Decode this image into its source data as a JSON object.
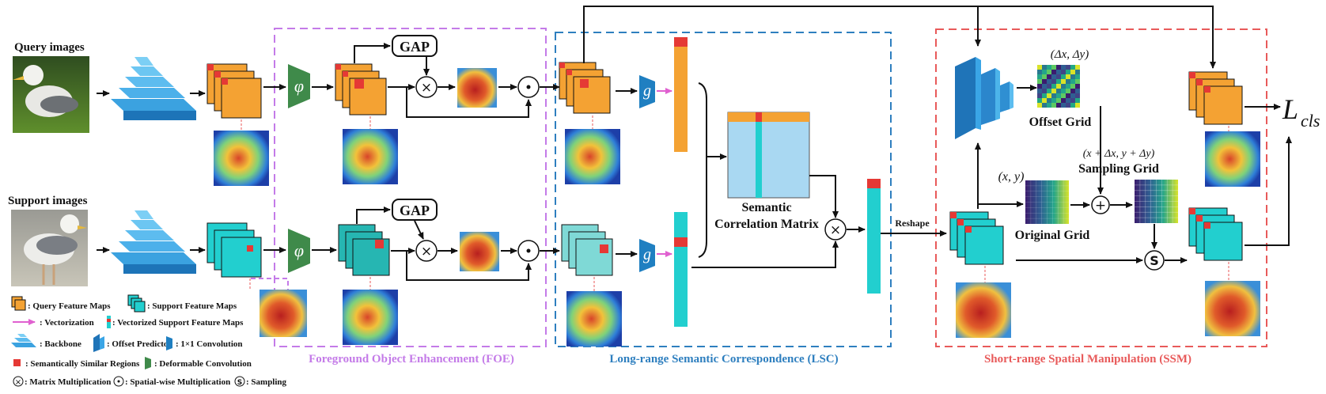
{
  "rows": {
    "query_label": "Query images",
    "support_label": "Support images"
  },
  "modules": {
    "foe": "Foreground Object Enhancement (FOE)",
    "lsc": "Long-range Semantic Correspondence (LSC)",
    "ssm": "Short-range Spatial Manipulation (SSM)"
  },
  "colors": {
    "foe": "#c47be8",
    "lsc": "#2e7fbf",
    "ssm": "#e85a5a",
    "query_map": "#f4a233",
    "support_map": "#22cfcf",
    "red_region": "#e53935",
    "phi_block": "#3f8a4a",
    "g_block": "#1f7fc1",
    "vectorize_arrow": "#e060d0"
  },
  "ops": {
    "gap": "GAP",
    "phi": "φ",
    "g": "g",
    "times": "×",
    "dot": "·",
    "plus": "+",
    "sampling": "S"
  },
  "labels": {
    "semantic_matrix_line1": "Semantic",
    "semantic_matrix_line2": "Correlation Matrix",
    "reshape": "Reshape",
    "offset_delta": "(Δx, Δy)",
    "offset_grid": "Offset Grid",
    "orig_xy": "(x, y)",
    "original_grid": "Original Grid",
    "sampling_coord": "(x + Δx, y + Δy)",
    "sampling_grid": "Sampling Grid",
    "loss_main": "L",
    "loss_sub": "cls"
  },
  "legend": [
    {
      "icon": "query-feature-icon",
      "text": ": Query Feature Maps"
    },
    {
      "icon": "support-feature-icon",
      "text": ": Support Feature Maps"
    },
    {
      "icon": "vectorization-arrow-icon",
      "text": ": Vectorization"
    },
    {
      "icon": "vectorized-support-icon",
      "text": ": Vectorized Support Feature Maps"
    },
    {
      "icon": "backbone-icon",
      "text": ": Backbone"
    },
    {
      "icon": "offset-predictor-icon",
      "text": ": Offset Predictor"
    },
    {
      "icon": "conv1x1-icon",
      "text": ": 1×1 Convolution"
    },
    {
      "icon": "similar-region-icon",
      "text": ": Semantically Similar Regions"
    },
    {
      "icon": "deformable-conv-icon",
      "text": ": Deformable Convolution"
    },
    {
      "icon": "matrix-mult-icon",
      "text": ": Matrix Multiplication"
    },
    {
      "icon": "spatial-mult-icon",
      "text": ": Spatial-wise Multiplication"
    },
    {
      "icon": "sampling-icon",
      "text": ": Sampling"
    }
  ]
}
